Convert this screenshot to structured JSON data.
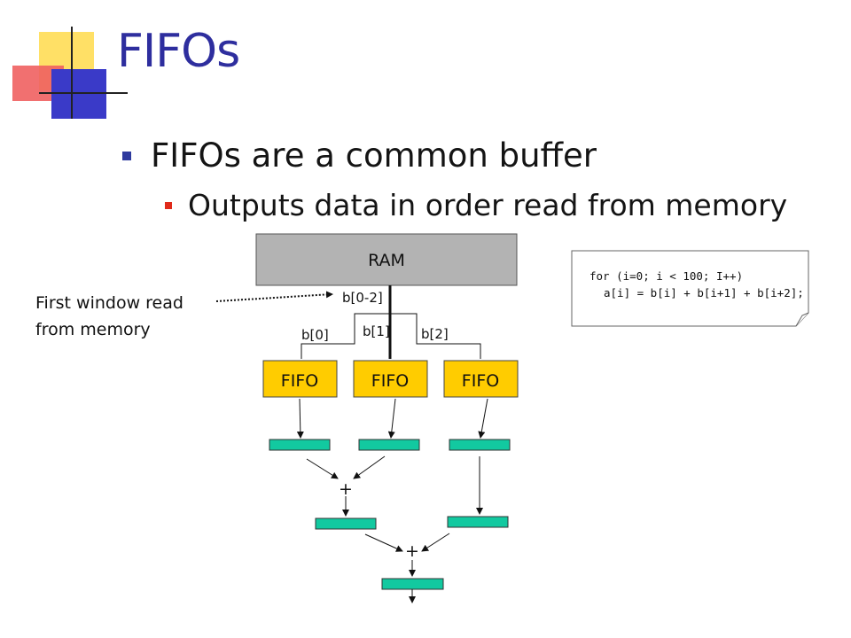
{
  "title": "FIFOs",
  "bullets": {
    "level1": "FIFOs are a common buffer",
    "level2": "Outputs data in order read from memory"
  },
  "diagram": {
    "ram_label": "RAM",
    "bus_label": "b[0-2]",
    "branch_labels": [
      "b[0]",
      "b[1]",
      "b[2]"
    ],
    "fifo_labels": [
      "FIFO",
      "FIFO",
      "FIFO"
    ],
    "adders": [
      "+",
      "+"
    ],
    "annotation": [
      "First window read",
      "from memory"
    ],
    "code_lines": [
      "for (i=0; i < 100; I++)",
      "a[i] = b[i] + b[i+1] + b[i+2];"
    ],
    "colors": {
      "ram_fill": "#b3b3b3",
      "fifo_fill": "#ffcc00",
      "register_fill": "#12c9a0",
      "title_color": "#2e2e9e"
    }
  }
}
